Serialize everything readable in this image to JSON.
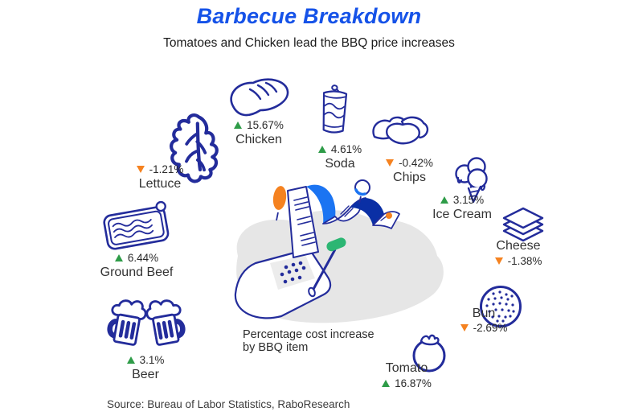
{
  "title": "Barbecue Breakdown",
  "subtitle": "Tomatoes and Chicken lead the BBQ price increases",
  "caption": {
    "line1": "Percentage cost increase",
    "line2": "by BBQ item"
  },
  "source": "Source: Bureau of Labor Statistics, RaboResearch",
  "colors": {
    "title_blue": "#1552e8",
    "icon_navy": "#232c9b",
    "up_green": "#2e9c48",
    "down_orange": "#f58220",
    "ribbon_light_blue": "#1b74f2",
    "ribbon_dark_blue": "#0a2fa5",
    "crank_green": "#2cb673",
    "blob_gray": "#e6e6e6"
  },
  "items": {
    "chicken": {
      "label": "Chicken",
      "change": "15.67%",
      "direction": "up"
    },
    "soda": {
      "label": "Soda",
      "change": "4.61%",
      "direction": "up"
    },
    "chips": {
      "label": "Chips",
      "change": "-0.42%",
      "direction": "down"
    },
    "ice_cream": {
      "label": "Ice Cream",
      "change": "3.15%",
      "direction": "up"
    },
    "cheese": {
      "label": "Cheese",
      "change": "-1.38%",
      "direction": "down"
    },
    "lettuce": {
      "label": "Lettuce",
      "change": "-1.21%",
      "direction": "down"
    },
    "ground_beef": {
      "label": "Ground Beef",
      "change": "6.44%",
      "direction": "up"
    },
    "beer": {
      "label": "Beer",
      "change": "3.1%",
      "direction": "up"
    },
    "bun": {
      "label": "Bun",
      "change": "-2.69%",
      "direction": "down"
    },
    "tomato": {
      "label": "Tomato",
      "change": "16.87%",
      "direction": "up"
    }
  },
  "chart_data": {
    "type": "table",
    "title": "Barbecue Breakdown",
    "subtitle": "Tomatoes and Chicken lead the BBQ price increases",
    "categories": [
      "Chicken",
      "Soda",
      "Chips",
      "Ice Cream",
      "Cheese",
      "Lettuce",
      "Ground Beef",
      "Beer",
      "Bun",
      "Tomato"
    ],
    "values": [
      15.67,
      4.61,
      -0.42,
      3.15,
      -1.38,
      -1.21,
      6.44,
      3.1,
      -2.69,
      16.87
    ],
    "unit": "percent change",
    "note": "Percentage cost increase by BBQ item",
    "source": "Source: Bureau of Labor Statistics, RaboResearch"
  }
}
